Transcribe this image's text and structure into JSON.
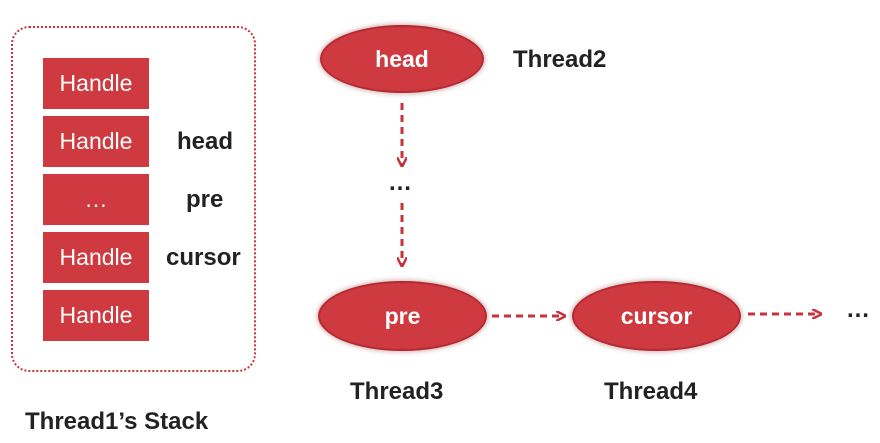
{
  "stack": {
    "slots": [
      "Handle",
      "Handle",
      "…",
      "Handle",
      "Handle"
    ],
    "labels": {
      "head": "head",
      "pre": "pre",
      "cursor": "cursor"
    },
    "caption": "Thread1’s Stack"
  },
  "nodes": {
    "head": {
      "label": "head",
      "owner": "Thread2"
    },
    "pre": {
      "label": "pre",
      "owner": "Thread3"
    },
    "cursor": {
      "label": "cursor",
      "owner": "Thread4"
    }
  },
  "ellipsis": {
    "vertical": "…",
    "right": "…"
  },
  "colors": {
    "node_fill": "#cf3a40",
    "arrow": "#c8323a",
    "text": "#222222"
  }
}
